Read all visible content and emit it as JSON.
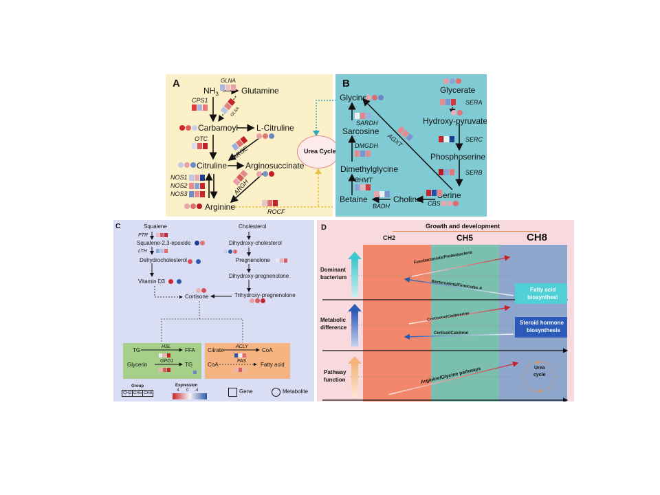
{
  "colors": {
    "panelA": "#fbf0c8",
    "panelB": "#80cbd3",
    "panelC": "#d9def4",
    "panelD": "#f8d9dd",
    "ch2": "#f2876c",
    "ch5": "#7bbfae",
    "ch8": "#8fa6cc",
    "red": "#c8202a",
    "blue": "#2b58a8"
  },
  "panelA": {
    "label": "A",
    "nodes": {
      "nh3": "NH3",
      "glutamine": "Glutamine",
      "carbamoyl": "Carbamoyl",
      "lcitruline": "L-Citruline",
      "citruline": "Citruline",
      "arginosuccinate": "Arginosuccinate",
      "arginine": "Arginine"
    },
    "genes": {
      "glna": "GLNA",
      "cps1": "CPS1",
      "glsa": "GLSA",
      "otc": "OTC",
      "arge": "ARGE",
      "argh": "ARGH",
      "nos1": "NOS1",
      "nos2": "NOS2",
      "nos3": "NOS3",
      "rocf": "ROCF"
    }
  },
  "urea_cycle": "Urea Cycle",
  "panelB": {
    "label": "B",
    "nodes": {
      "glycine": "Glycine",
      "glycerate": "Glycerate",
      "sarcosine": "Sarcosine",
      "hydroxypyruvate": "Hydroxy-pyruvate",
      "phosphoserine": "Phosphoserine",
      "dimethylglycine": "Dimethylglycine",
      "betaine": "Betaine",
      "choline": "Choline",
      "serine": "Serine"
    },
    "genes": {
      "sardh": "SARDH",
      "dmgdh": "DMGDH",
      "agxt": "AGXT",
      "sera": "SERA",
      "serc": "SERC",
      "serb": "SERB",
      "bhmt": "BHMT",
      "badh": "BADH",
      "cbs": "CBS"
    }
  },
  "panelC": {
    "label": "C",
    "left": {
      "squalene": "Squalene",
      "ptr": "PTR",
      "epoxide": "Squalene-2,3-epoxide",
      "lth": "LTH",
      "dehydro": "Dehydrocholesterol",
      "vitd3": "Vitamin D3",
      "cortisone": "Cortisone"
    },
    "right": {
      "cholesterol": "Cholesterol",
      "dihydroxychol": "Dihydroxy-cholesterol",
      "pregnenolone": "Pregnenolone",
      "dihydroxypreg": "Dihydroxy-pregnenolone",
      "trihydroxypreg": "Trihydroxy-pregnenolone"
    },
    "green": {
      "tg1": "TG",
      "hsl": "HSL",
      "ffa": "FFA",
      "glycerin": "Glycerin",
      "gpd1": "GPD1",
      "tg2": "TG"
    },
    "orange": {
      "citrate": "Citrate",
      "acly": "ACLY",
      "coa1": "CoA",
      "coa2": "CoA",
      "fas": "FAS",
      "fattyacid": "Fatty acid"
    },
    "legend": {
      "group_title": "Group",
      "groups": [
        "CH2",
        "CH5",
        "CH8"
      ],
      "expression_title": "Expression",
      "scale": [
        "4",
        "0",
        "-4"
      ],
      "gene": "Gene",
      "metabolite": "Metabolite"
    }
  },
  "panelD": {
    "label": "D",
    "title": "Growth and development",
    "columns": [
      "CH2",
      "CH5",
      "CH8"
    ],
    "rows": [
      {
        "label_1": "Dominant",
        "label_2": "bacterium",
        "up": "Fusobacteriota/Proteobacteria",
        "down": "Bacteroidota/Firmicutes A",
        "box_1": "Fatty acid",
        "box_2": "biosynthesi"
      },
      {
        "label_1": "Metabolic",
        "label_2": "difference",
        "up": "Cortisone/Cadaverine",
        "down": "Cortisol/Calcitriol",
        "box_1": "Steroid hormone",
        "box_2": "biosynthesis"
      },
      {
        "label_1": "Pathway",
        "label_2": "function",
        "up": "Arginine/Glycine pathways",
        "down": "",
        "box_1": "Urea",
        "box_2": "cycle"
      }
    ]
  }
}
